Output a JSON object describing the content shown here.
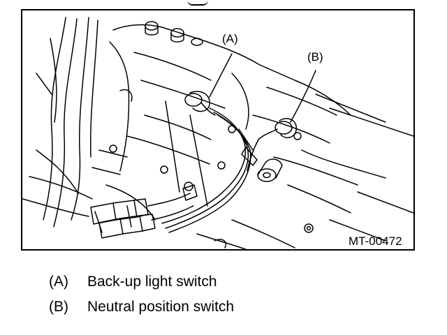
{
  "figure": {
    "callout_a": "(A)",
    "callout_b": "(B)",
    "figure_code": "MT-00472"
  },
  "legend": [
    {
      "key": "(A)",
      "label": "Back-up light switch"
    },
    {
      "key": "(B)",
      "label": "Neutral position switch"
    }
  ]
}
